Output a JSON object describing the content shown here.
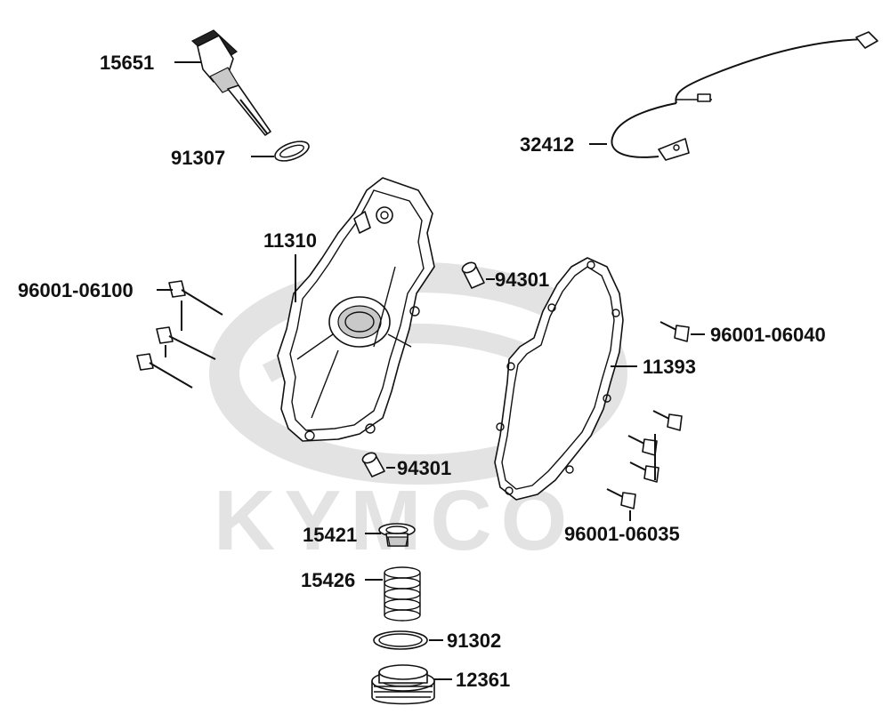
{
  "colors": {
    "watermark": "#e3e3e3",
    "ink": "#111111",
    "background": "#ffffff"
  },
  "watermark": {
    "text": "KYMCO",
    "icon": "kymco-logo-ellipse"
  },
  "labels": {
    "l15651": "15651",
    "l91307": "91307",
    "l32412": "32412",
    "l11310": "11310",
    "l94301a": "94301",
    "l96001_06100": "96001-06100",
    "l96001_06040": "96001-06040",
    "l11393": "11393",
    "l94301b": "94301",
    "l96001_06035": "96001-06035",
    "l15421": "15421",
    "l15426": "15426",
    "l91302": "91302",
    "l12361": "12361"
  }
}
